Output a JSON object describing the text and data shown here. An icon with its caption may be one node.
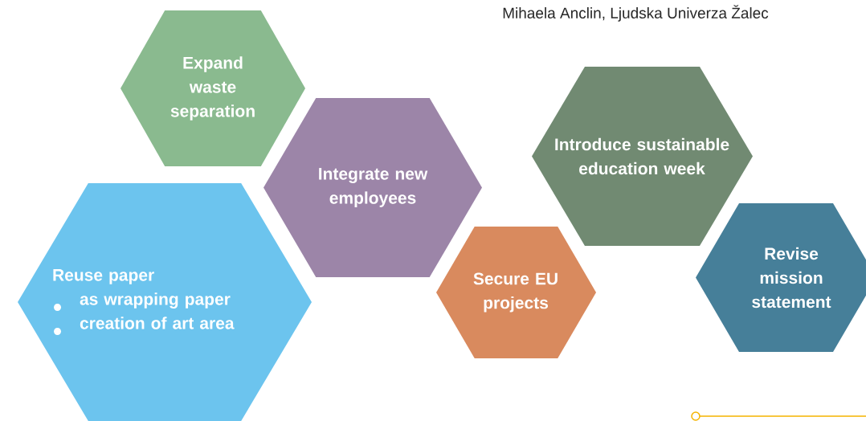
{
  "diagram": {
    "nodes": [
      {
        "text": [
          "Expand waste separation"
        ]
      },
      {
        "text": [
          "Integrate new employees"
        ]
      },
      {
        "text": [
          "Introduce sustainable education week"
        ]
      },
      {
        "text": [
          "Reuse paper",
          "as wrapping paper",
          "creation of art area"
        ]
      },
      {
        "text": [
          "Secure EU projects"
        ]
      },
      {
        "text": [
          "Revise mission statement"
        ]
      }
    ],
    "edges": [],
    "labels": [
      "Mihaela Anclin, Ljudska Univerza Žalec"
    ]
  }
}
